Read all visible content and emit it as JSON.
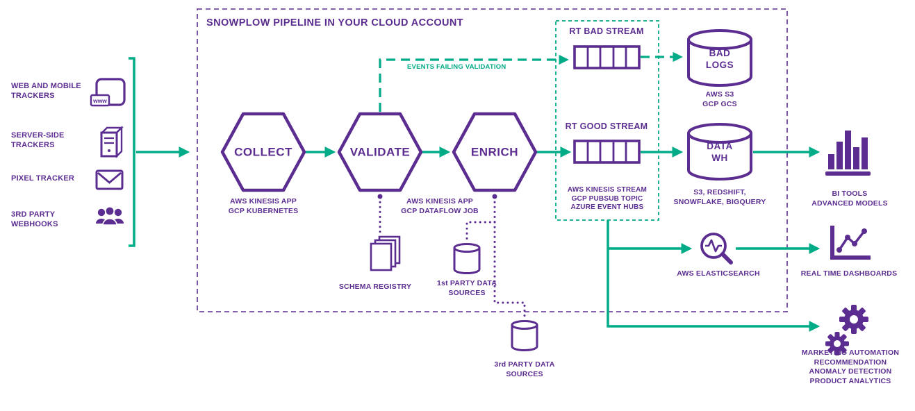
{
  "colors": {
    "purple": "#5b2d90",
    "teal": "#00ab87"
  },
  "title": "SNOWPLOW PIPELINE IN YOUR CLOUD ACCOUNT",
  "sources": [
    {
      "lines": [
        "WEB AND MOBILE",
        "TRACKERS"
      ]
    },
    {
      "lines": [
        "SERVER-SIDE",
        "TRACKERS"
      ]
    },
    {
      "lines": [
        "PIXEL TRACKER"
      ]
    },
    {
      "lines": [
        "3RD PARTY",
        "WEBHOOKS"
      ]
    }
  ],
  "stages": {
    "collect": "COLLECT",
    "validate": "VALIDATE",
    "enrich": "ENRICH",
    "collect_caption": [
      "AWS KINESIS APP",
      "GCP KUBERNETES"
    ],
    "validate_enrich_caption": [
      "AWS KINESIS APP",
      "GCP DATAFLOW JOB"
    ]
  },
  "validation_branch": {
    "label": "EVENTS FAILING VALIDATION"
  },
  "streams": {
    "bad": "RT BAD STREAM",
    "good": "RT GOOD STREAM",
    "caption": [
      "AWS KINESIS STREAM",
      "GCP PUBSUB TOPIC",
      "AZURE EVENT HUBS"
    ]
  },
  "storage": {
    "bad_logs": {
      "lines": [
        "BAD",
        "LOGS"
      ],
      "caption": [
        "AWS S3",
        "GCP GCS"
      ]
    },
    "data_wh": {
      "lines": [
        "DATA",
        "WH"
      ],
      "caption": [
        "S3, REDSHIFT,",
        "SNOWFLAKE, BIGQUERY"
      ]
    }
  },
  "registries": {
    "schema": "SCHEMA REGISTRY",
    "first_party": [
      "1st PARTY DATA",
      "SOURCES"
    ],
    "third_party": [
      "3rd PARTY DATA",
      "SOURCES"
    ]
  },
  "search": {
    "label": "AWS ELASTICSEARCH"
  },
  "outputs": {
    "bi": [
      "BI TOOLS",
      "ADVANCED MODELS"
    ],
    "dashboards": [
      "REAL TIME DASHBOARDS"
    ],
    "automation": [
      "MARKETING AUTOMATION",
      "RECOMMENDATION",
      "ANOMALY DETECTION",
      "PRODUCT ANALYTICS"
    ]
  },
  "icons": {
    "www_label": "www",
    "names": [
      "browser-www-icon",
      "server-icon",
      "envelope-icon",
      "people-icon",
      "queue-icon",
      "database-icon",
      "documents-icon",
      "cylinder-icon",
      "bar-chart-icon",
      "elasticsearch-icon",
      "line-chart-icon",
      "gears-icon"
    ]
  }
}
